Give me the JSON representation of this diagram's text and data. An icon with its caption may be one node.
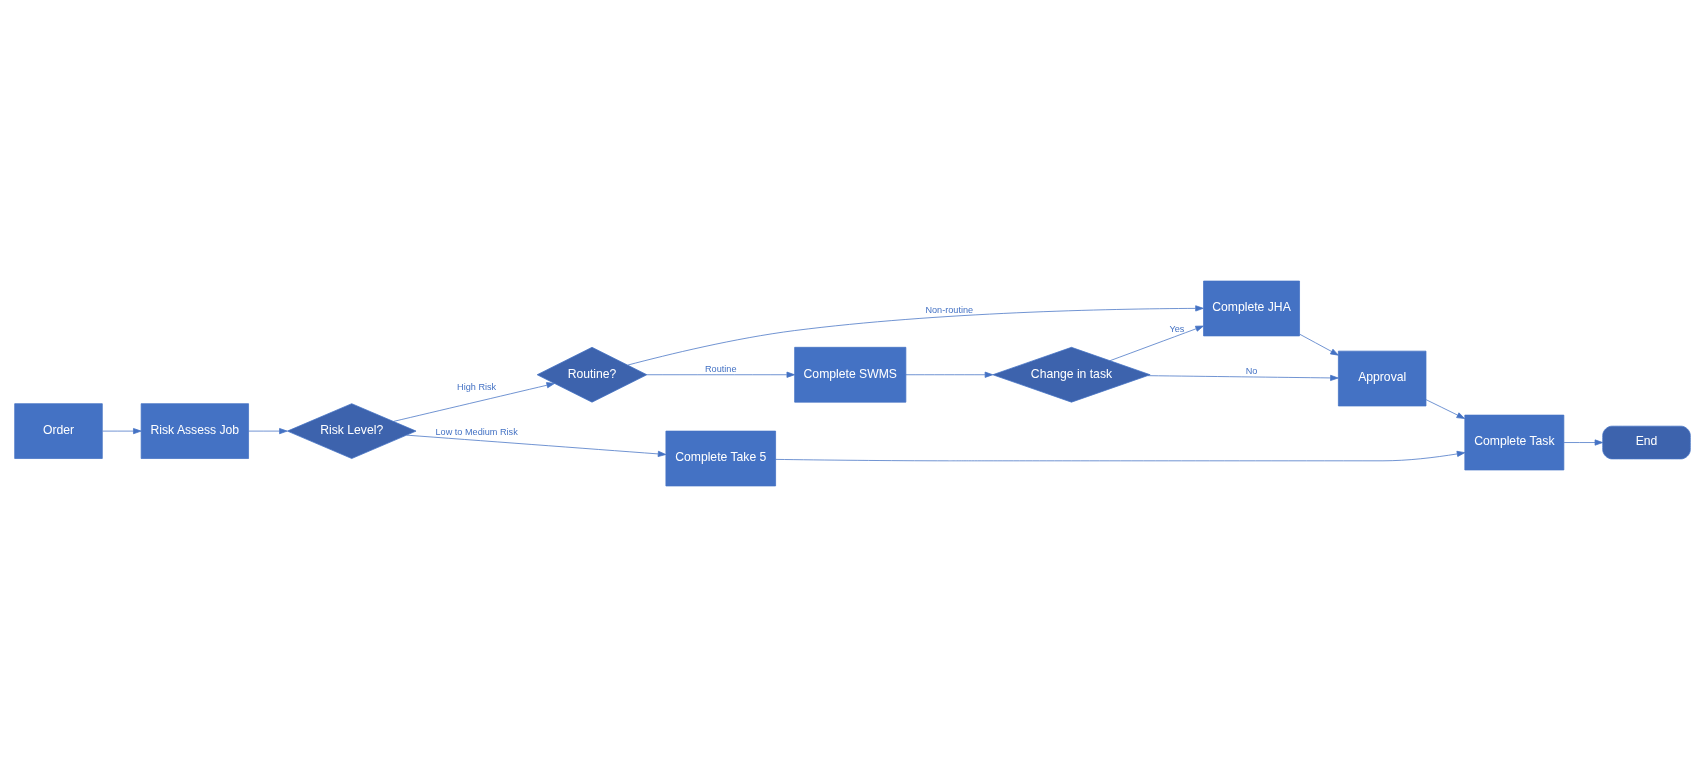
{
  "diagram": {
    "nodes": [
      {
        "text": [
          "Order"
        ]
      },
      {
        "text": [
          "Risk Assess Job"
        ]
      },
      {
        "text": [
          "Risk Level?"
        ]
      },
      {
        "text": [
          "Routine?"
        ]
      },
      {
        "text": [
          "Complete SWMS"
        ]
      },
      {
        "text": [
          "Change in task"
        ]
      },
      {
        "text": [
          "Complete JHA"
        ]
      },
      {
        "text": [
          "Approval"
        ]
      },
      {
        "text": [
          "Complete Take 5"
        ]
      },
      {
        "text": [
          "Complete Task"
        ]
      },
      {
        "text": [
          "End"
        ]
      }
    ],
    "edges": [
      {
        "from": 0,
        "to": 1,
        "arrow": "to"
      },
      {
        "from": 1,
        "to": 2,
        "arrow": "to"
      },
      {
        "from": 2,
        "to": 3,
        "arrow": "to",
        "label": "High Risk"
      },
      {
        "from": 2,
        "to": 8,
        "arrow": "to",
        "label": "Low to Medium Risk"
      },
      {
        "from": 3,
        "to": 4,
        "arrow": "to",
        "label": "Routine"
      },
      {
        "from": 3,
        "to": 6,
        "arrow": "to",
        "label": "Non-routine"
      },
      {
        "from": 4,
        "to": 5,
        "arrow": "to"
      },
      {
        "from": 5,
        "to": 6,
        "arrow": "to",
        "label": "Yes"
      },
      {
        "from": 5,
        "to": 7,
        "arrow": "to",
        "label": "No"
      },
      {
        "from": 6,
        "to": 7,
        "arrow": "to"
      },
      {
        "from": 7,
        "to": 9,
        "arrow": "to"
      },
      {
        "from": 8,
        "to": 9,
        "arrow": "to"
      },
      {
        "from": 9,
        "to": 10,
        "arrow": "to"
      }
    ]
  }
}
